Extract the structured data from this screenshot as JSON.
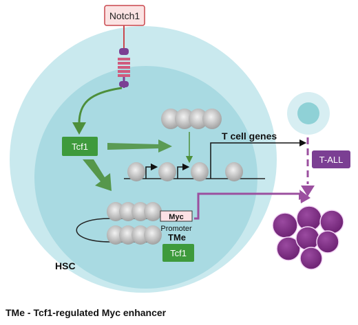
{
  "labels": {
    "notch1": "Notch1",
    "tcf1_top": "Tcf1",
    "t_cell_genes": "T cell genes",
    "t_all": "T-ALL",
    "myc": "Myc",
    "promoter": "Promoter",
    "tme": "TMe",
    "tcf1_bottom": "Tcf1",
    "hsc": "HSC",
    "caption": "TMe - Tcf1-regulated Myc enhancer"
  },
  "colors": {
    "cell_outer": "#c9e9ee",
    "cell_inner": "#a9dae2",
    "tcf1_fill": "#3e9a3c",
    "arrow_green": "#4d8f3b",
    "arrow_purple": "#9b4f9f",
    "tumor_cell": "#7b2c80",
    "notch_box": "#fbe3e3",
    "notch_border": "#c9474d",
    "tall_fill": "#7b3f93"
  }
}
